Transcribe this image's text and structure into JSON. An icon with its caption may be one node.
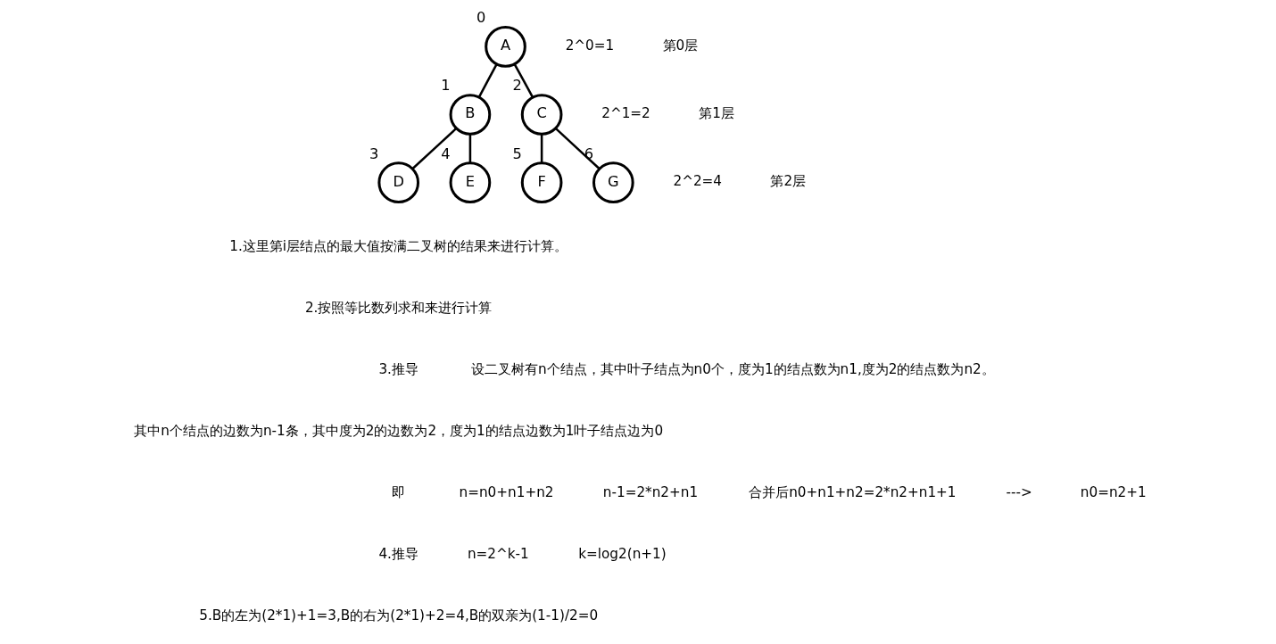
{
  "diagram": {
    "nodes": [
      {
        "text": [
          "A"
        ],
        "beside": [
          "0"
        ]
      },
      {
        "text": [
          "B"
        ],
        "beside": [
          "1"
        ]
      },
      {
        "text": [
          "C"
        ],
        "beside": [
          "2"
        ]
      },
      {
        "text": [
          "D"
        ],
        "beside": [
          "3"
        ]
      },
      {
        "text": [
          "E"
        ],
        "beside": [
          "4"
        ]
      },
      {
        "text": [
          "F"
        ],
        "beside": [
          "5"
        ]
      },
      {
        "text": [
          "G"
        ],
        "beside": [
          "6"
        ]
      }
    ],
    "edges": [
      {
        "from": 0,
        "to": 1,
        "arrow": "none"
      },
      {
        "from": 0,
        "to": 2,
        "arrow": "none"
      },
      {
        "from": 1,
        "to": 3,
        "arrow": "none"
      },
      {
        "from": 1,
        "to": 4,
        "arrow": "none"
      },
      {
        "from": 2,
        "to": 5,
        "arrow": "none"
      },
      {
        "from": 2,
        "to": 6,
        "arrow": "none"
      }
    ],
    "labels": [
      "2^0=1",
      "第0层",
      "2^1=2",
      "第1层",
      "2^2=4",
      "第2层",
      "1.这里第i层结点的最大值按满二叉树的结果来进行计算。",
      "2.按照等比数列求和来进行计算",
      "3.推导",
      "设二叉树有n个结点，其中叶子结点为n0个，度为1的结点数为n1,度为2的结点数为n2。",
      "其中n个结点的边数为n-1条，其中度为2的边数为2，度为1的结点边数为1叶子结点边为0",
      "即",
      "n=n0+n1+n2",
      "n-1=2*n2+n1",
      "合并后n0+n1+n2=2*n2+n1+1",
      "--->",
      "n0=n2+1",
      "4.推导",
      "n=2^k-1",
      "k=log2(n+1)",
      "5.B的左为(2*1)+1=3,B的右为(2*1)+2=4,B的双亲为(1-1)/2=0"
    ]
  }
}
